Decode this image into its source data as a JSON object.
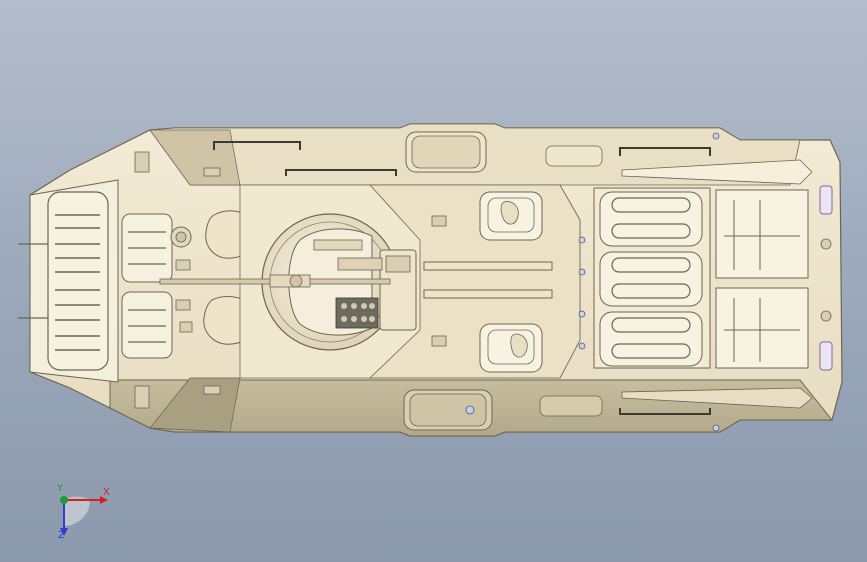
{
  "viewport": {
    "background_top": "#b4bdcb",
    "background_bottom": "#8c99ad"
  },
  "model": {
    "description_color_hull": "#efe6cf",
    "description_color_shadow": "#bdb396",
    "description_color_outline": "#6b6552"
  },
  "triad": {
    "x_label": "X",
    "y_label": "Y",
    "z_label": "Z",
    "x_color": "#d32020",
    "y_color": "#1f9a3a",
    "z_color": "#2a3fd0"
  }
}
